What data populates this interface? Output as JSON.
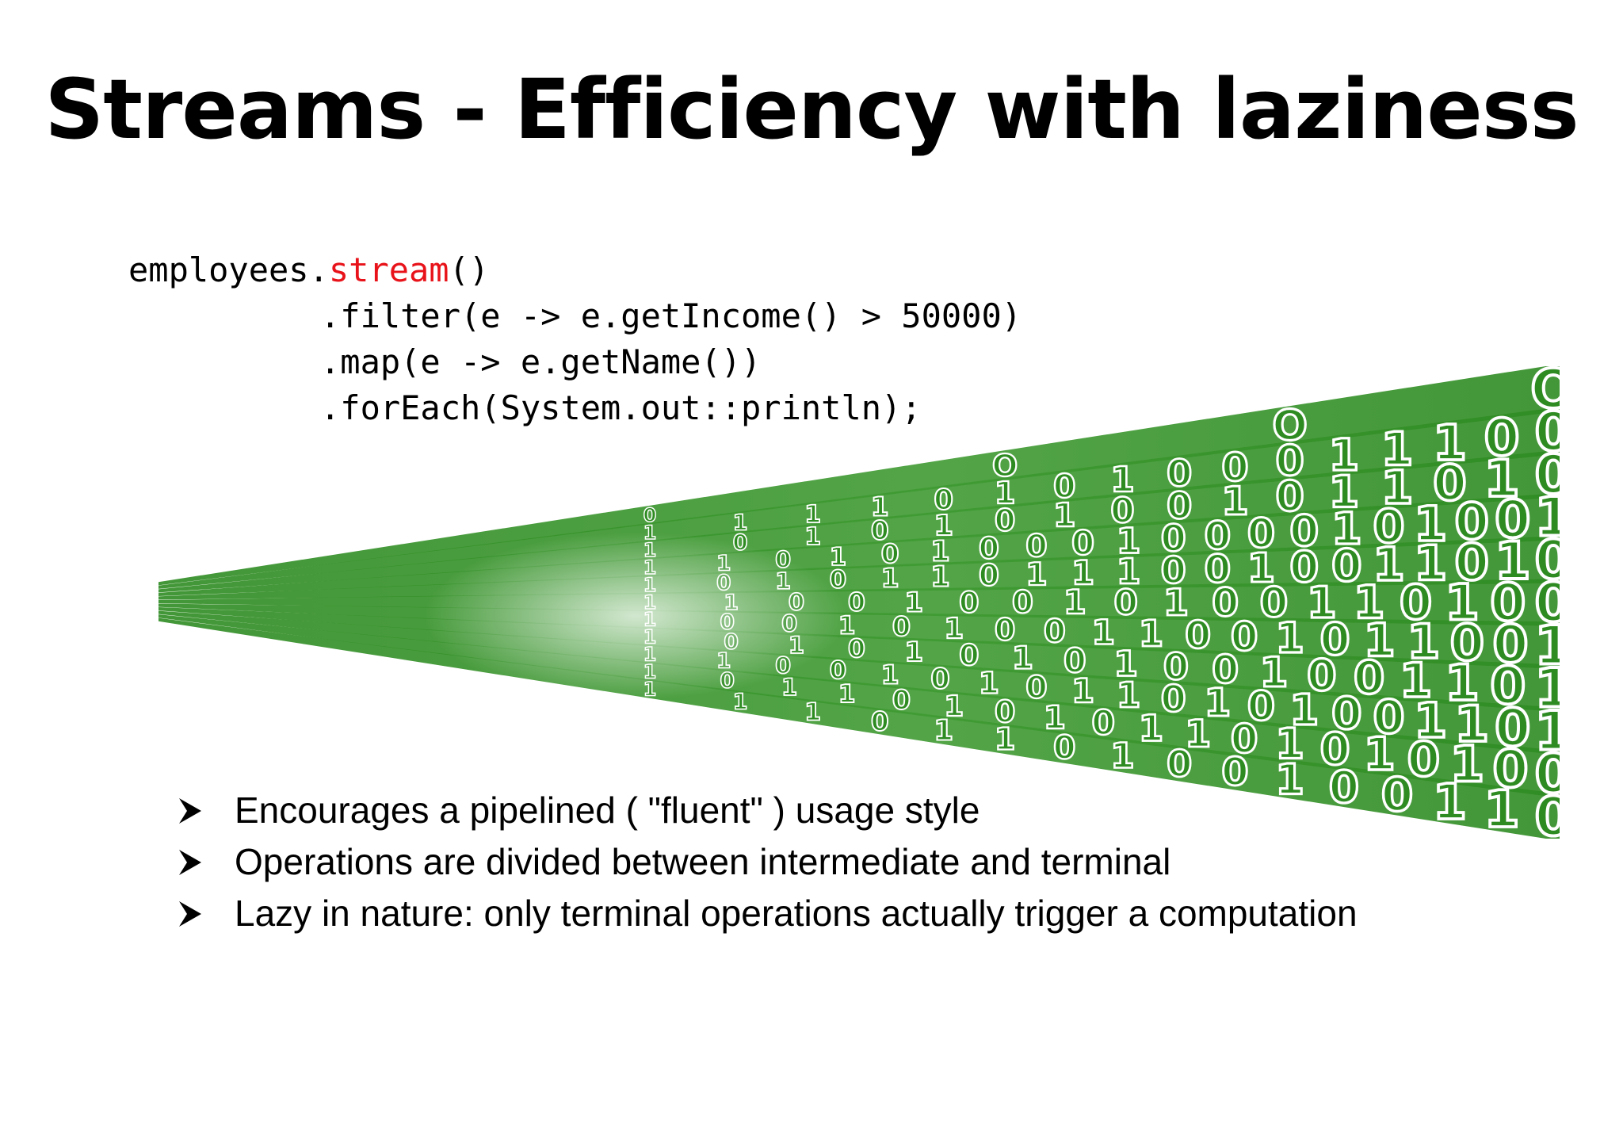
{
  "slide": {
    "title": "Streams - Efficiency with laziness",
    "code": {
      "line1": {
        "object": "employees.",
        "method": "stream",
        "suffix": "()"
      },
      "line2": ".filter(e -> e.getIncome() > 50000)",
      "line3": ".map(e -> e.getName())",
      "line4": ".forEach(System.out::println);"
    },
    "bullets": [
      "Encourages a pipelined ( \"fluent\" ) usage style",
      "Operations are divided between intermediate and terminal",
      "Lazy in nature: only terminal operations actually trigger a computation"
    ],
    "illustration": {
      "icon": "binary-stream-perspective",
      "rows": [
        "0 O O O",
        "1 1 1 1 0 1 0 1 0 0 0 1 1 1 0 0",
        "1 0 1 0 1 0 1 0 0 1 0 1 1 0 1 0",
        "1 1 0 1 0 1 0 0 0 1 0 0 0 0 1 0 1 0 0 1",
        "1 0 1 0 1 1 0 1 1 1 0 0 1 0 0 1 1 0 1 0",
        "1 1 0 0 1 0 0 1 0 1 0 0 1 1 0 1 0 0",
        "1 0 0 1 0 1 0 0 1 1 0 0 1 0 1 1 0 0 1",
        "1 0 1 0 1 0 1 0 1 0 0 1 0 0 1 1 0 1",
        "1 1 0 0 1 0 1 0 1 1 0 1 0 1 0 0 1 1 0 1",
        "1 0 1 1 0 1 0 1 0 1 1 0 1 0 1 0 1 0 0",
        "1 1 1 0 1 1 0 1 0 0 1 0 0 1 1 0"
      ],
      "colors": {
        "primary": "#2e8b22",
        "light": "#7fc46f",
        "ghost": "#e2e2e2"
      }
    },
    "colors": {
      "title": "#000000",
      "code": "#000000",
      "keyword": "#e8131a"
    }
  }
}
